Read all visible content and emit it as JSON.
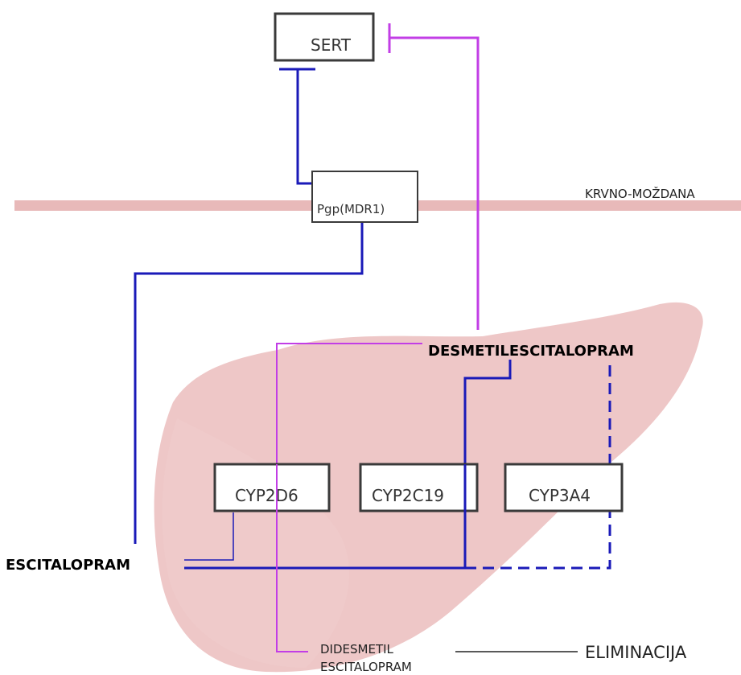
{
  "nodes": {
    "sert": "SERT",
    "pgp": "Pgp(MDR1)",
    "cyp2d6": "CYP2D6",
    "cyp2c19": "CYP2C19",
    "cyp3a4": "CYP3A4",
    "escitalopram": "ESCITALOPRAM",
    "desmetilescitalopram": "DESMETILESCITALOPRAM",
    "didesmetil_line1": "DIDESMETIL",
    "didesmetil_line2": "ESCITALOPRAM",
    "eliminacija": "ELIMINACIJA"
  },
  "barrier": {
    "label": "KRVNO-MOŽDANA"
  },
  "colors": {
    "escitalopram_path": "#1a1ab8",
    "desmetil_path": "#c23ee6",
    "liver": "#e8b4b4",
    "barrier": "#e8b9b9",
    "box_border": "#3a3a3a"
  }
}
